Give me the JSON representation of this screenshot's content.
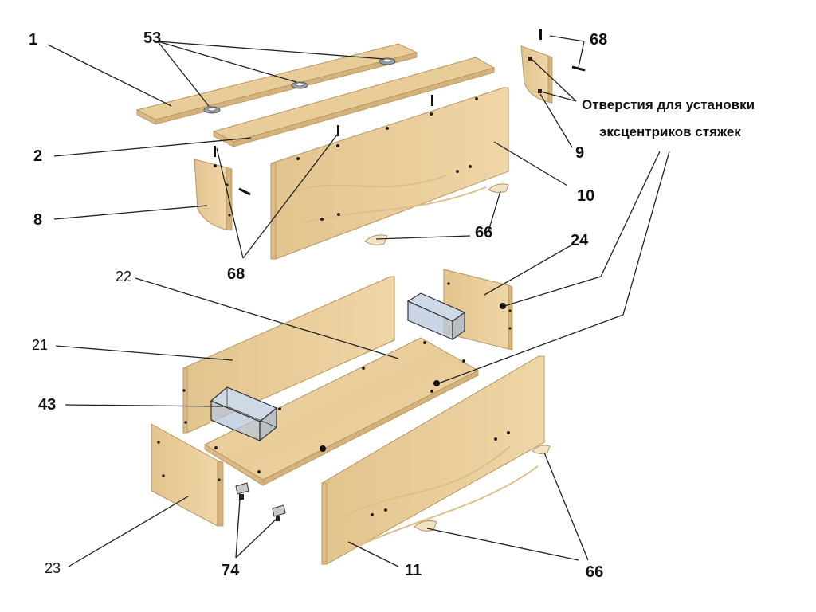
{
  "callouts": {
    "p1": "1",
    "p2": "2",
    "p8": "8",
    "p9": "9",
    "p10": "10",
    "p11": "11",
    "p21": "21",
    "p22": "22",
    "p23": "23",
    "p24": "24",
    "p43": "43",
    "p53": "53",
    "p66_top": "66",
    "p66_bottom": "66",
    "p68_top": "68",
    "p68_mid": "68",
    "p74": "74"
  },
  "annotation": {
    "line1": "Отверстия для установки",
    "line2": "эксцентриков стяжек"
  },
  "colors": {
    "panel": "#ecd2a2",
    "panel_edge": "#c9a46e",
    "grain": "#dcbf8a",
    "leader": "#222222",
    "glass": "#b8c7dc"
  }
}
